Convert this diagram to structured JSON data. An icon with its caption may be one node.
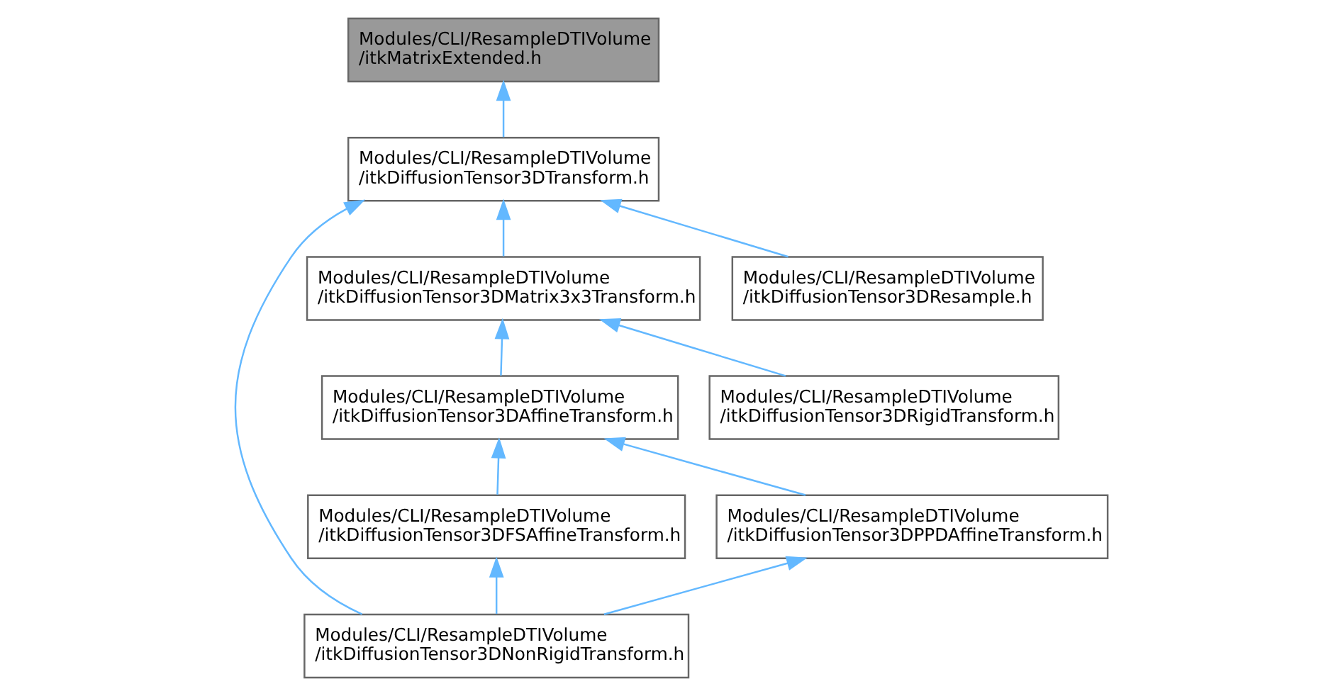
{
  "diagram": {
    "nodes": [
      {
        "text": [
          "Modules/CLI/ResampleDTIVolume /itkMatrixExtended.h"
        ]
      },
      {
        "text": [
          "Modules/CLI/ResampleDTIVolume /itkDiffusionTensor3DTransform.h"
        ]
      },
      {
        "text": [
          "Modules/CLI/ResampleDTIVolume /itkDiffusionTensor3DMatrix3x3Transform.h"
        ]
      },
      {
        "text": [
          "Modules/CLI/ResampleDTIVolume /itkDiffusionTensor3DResample.h"
        ]
      },
      {
        "text": [
          "Modules/CLI/ResampleDTIVolume /itkDiffusionTensor3DAffineTransform.h"
        ]
      },
      {
        "text": [
          "Modules/CLI/ResampleDTIVolume /itkDiffusionTensor3DRigidTransform.h"
        ]
      },
      {
        "text": [
          "Modules/CLI/ResampleDTIVolume /itkDiffusionTensor3DFSAffineTransform.h"
        ]
      },
      {
        "text": [
          "Modules/CLI/ResampleDTIVolume /itkDiffusionTensor3DPPDAffineTransform.h"
        ]
      },
      {
        "text": [
          "Modules/CLI/ResampleDTIVolume /itkDiffusionTensor3DNonRigidTransform.h"
        ]
      }
    ],
    "edges": [
      {
        "from": 1,
        "to": 0,
        "arrow": "to"
      },
      {
        "from": 2,
        "to": 1,
        "arrow": "to"
      },
      {
        "from": 8,
        "to": 1,
        "arrow": "to"
      },
      {
        "from": 3,
        "to": 1,
        "arrow": "to"
      },
      {
        "from": 4,
        "to": 2,
        "arrow": "to"
      },
      {
        "from": 5,
        "to": 2,
        "arrow": "to"
      },
      {
        "from": 6,
        "to": 4,
        "arrow": "to"
      },
      {
        "from": 7,
        "to": 4,
        "arrow": "to"
      },
      {
        "from": 8,
        "to": 6,
        "arrow": "to"
      },
      {
        "from": 8,
        "to": 7,
        "arrow": "to"
      }
    ]
  }
}
